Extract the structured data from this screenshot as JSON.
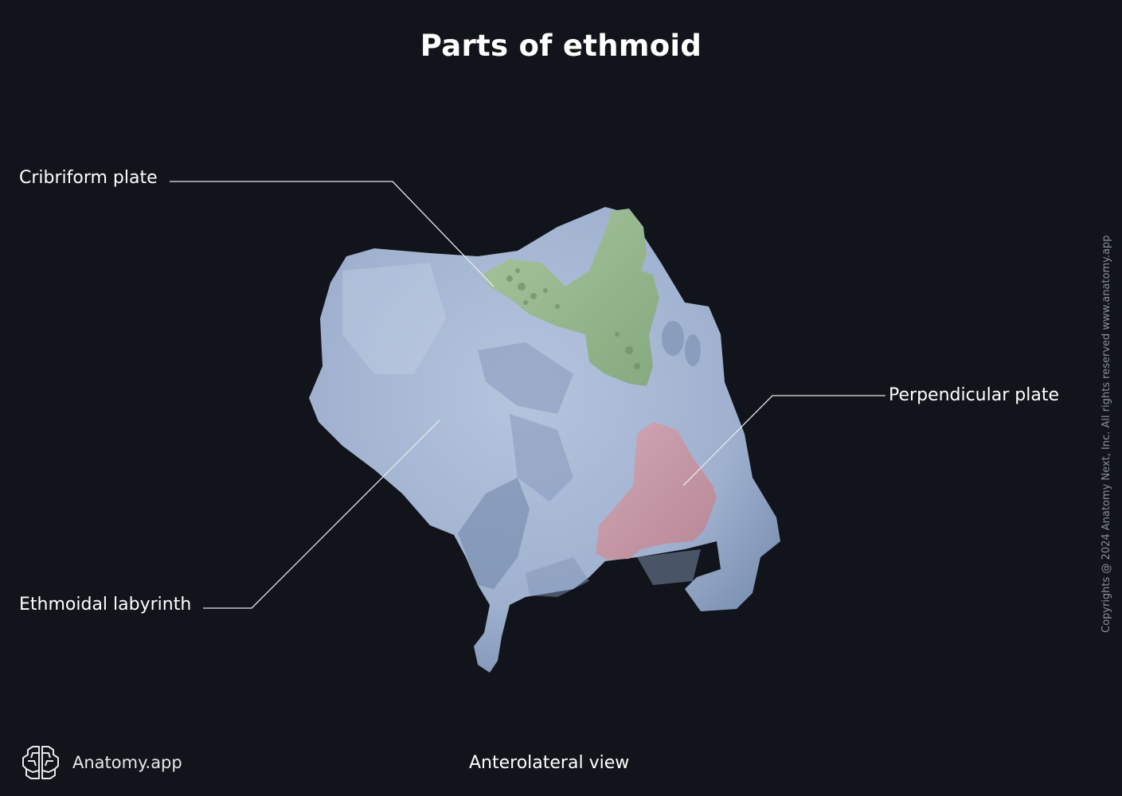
{
  "title": "Parts of ethmoid",
  "labels": {
    "cribriform_plate": "Cribriform plate",
    "perpendicular_plate": "Perpendicular plate",
    "ethmoidal_labyrinth": "Ethmoidal labyrinth"
  },
  "view": "Anterolateral view",
  "brand": {
    "name": "Anatomy.app",
    "icon": "brain-icon"
  },
  "copyright": "Copyrights @ 2024 Anatomy Next, Inc. All rights reserved www.anatomy.app",
  "colors": {
    "background": "#11141a",
    "bone": "#a9bad6",
    "cribriform_plate": "#9cbb92",
    "perpendicular_plate": "#c49aa8",
    "leader_line": "#e6e8ec"
  }
}
